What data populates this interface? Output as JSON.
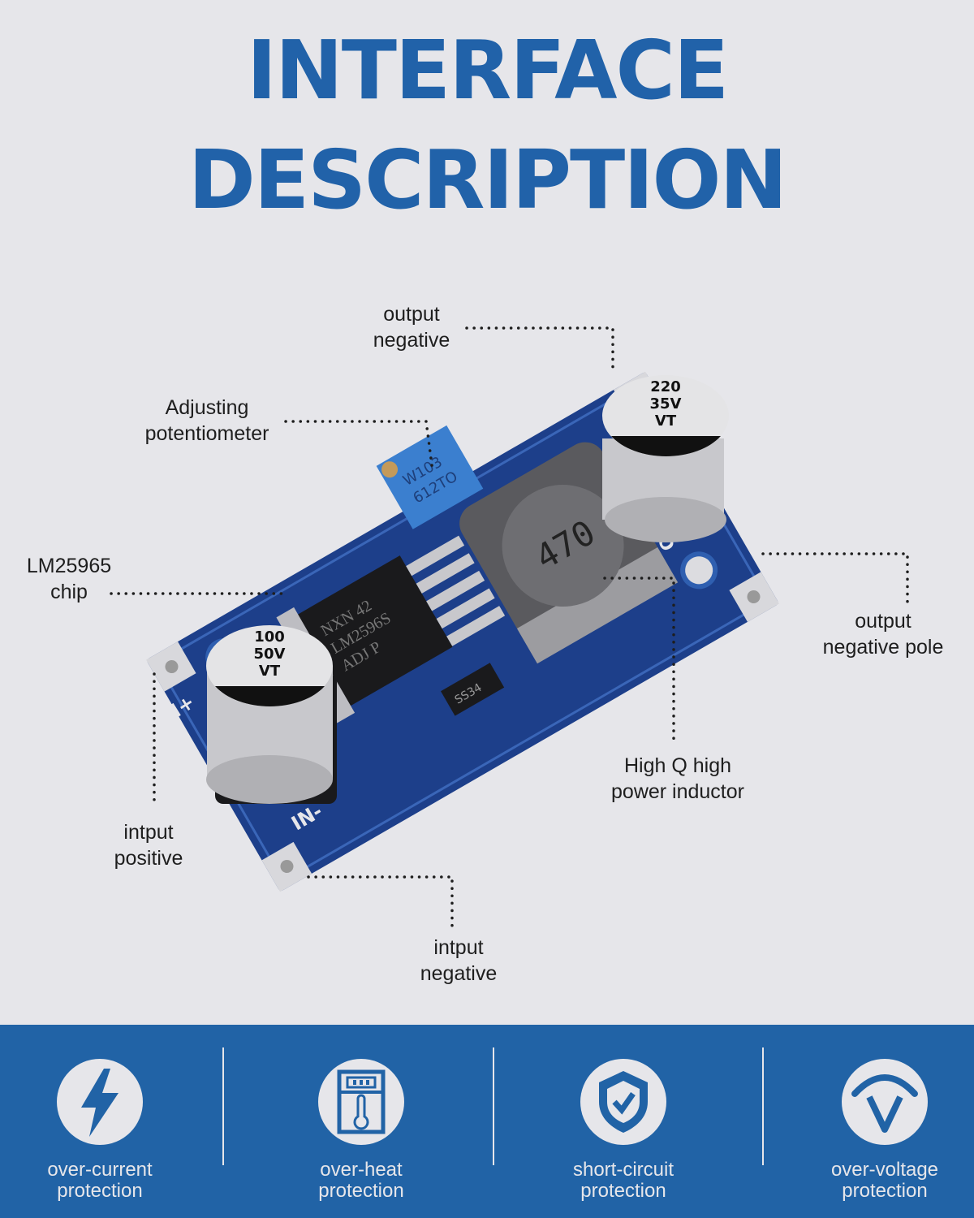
{
  "title": {
    "line1": "INTERFACE",
    "line2": "DESCRIPTION"
  },
  "colors": {
    "accent": "#2162a9",
    "band": "#2163a6",
    "background": "#e6e6ea",
    "pcb": "#1d3f8a"
  },
  "labels": {
    "output_negative": {
      "l1": "output",
      "l2": "negative"
    },
    "potentiometer": {
      "l1": "Adjusting",
      "l2": "potentiometer"
    },
    "chip": {
      "l1": "LM25965",
      "l2": "chip"
    },
    "output_negative_pole": {
      "l1": "output",
      "l2": "negative pole"
    },
    "inductor": {
      "l1": "High Q high",
      "l2": "power inductor"
    },
    "input_positive": {
      "l1": "intput",
      "l2": "positive"
    },
    "input_negative": {
      "l1": "intput",
      "l2": "negative"
    }
  },
  "board": {
    "chip_marking": [
      "NXN 42",
      "LM2596S",
      "ADJ  P"
    ],
    "pot_marking": [
      "W103",
      "612TO"
    ],
    "cap_in": [
      "100",
      "50V",
      "VT"
    ],
    "cap_out": [
      "220",
      "35V",
      "VT"
    ],
    "inductor_marking": "470",
    "diode_marking": "SS34",
    "pins": {
      "in_plus": "IN+",
      "in_minus": "IN-",
      "out_minus": "OUT-"
    }
  },
  "features": [
    {
      "icon": "lightning-icon",
      "l1": "over-current",
      "l2": "protection"
    },
    {
      "icon": "thermometer-icon",
      "l1": "over-heat",
      "l2": "protection"
    },
    {
      "icon": "shield-check-icon",
      "l1": "short-circuit",
      "l2": "protection"
    },
    {
      "icon": "voltage-icon",
      "l1": "over-voltage",
      "l2": "protection"
    }
  ]
}
